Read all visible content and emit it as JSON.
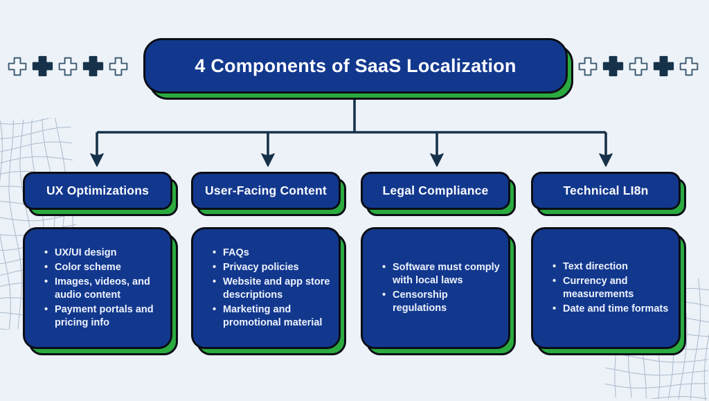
{
  "title": "4 Components of SaaS Localization",
  "columns": [
    {
      "header": "UX Optimizations",
      "bullets": [
        "UX/UI design",
        "Color scheme",
        "Images, videos, and audio content",
        "Payment portals and pricing info"
      ]
    },
    {
      "header": "User-Facing Content",
      "bullets": [
        "FAQs",
        "Privacy policies",
        "Website and app store descriptions",
        "Marketing and promotional material"
      ]
    },
    {
      "header": "Legal Compliance",
      "bullets": [
        "Software must comply with local laws",
        "Censorship regulations"
      ]
    },
    {
      "header": "Technical LI8n",
      "bullets": [
        "Text direction",
        "Currency and measurements",
        "Date and time formats"
      ]
    }
  ],
  "colors": {
    "box_blue": "#12388e",
    "accent_green": "#2bab3f",
    "outline_black": "#0b0d16",
    "connector_navy": "#16324a",
    "background": "#edf2f8",
    "text_white": "#eef2fc"
  },
  "decorations": {
    "plus_icons_left_count": 5,
    "plus_icons_right_count": 5,
    "plus_pattern": "outline,filled,outline,filled,outline",
    "mesh_corners": [
      "left-middle",
      "bottom-right"
    ]
  }
}
